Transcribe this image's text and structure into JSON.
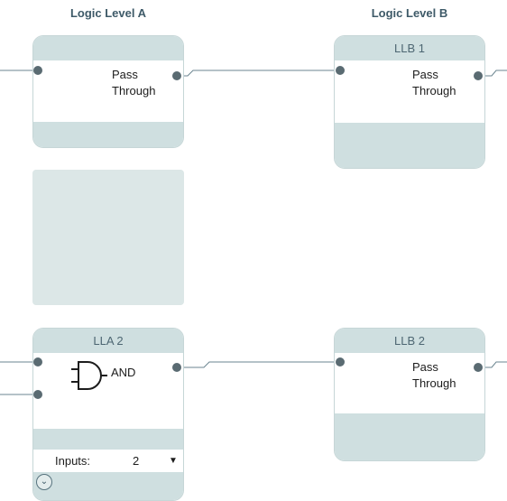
{
  "columns": {
    "a_title": "Logic Level A",
    "b_title": "Logic Level B"
  },
  "blocks": {
    "lla1": {
      "header": "",
      "body": [
        "Pass",
        "Through"
      ]
    },
    "llb1": {
      "header": "LLB 1",
      "body": [
        "Pass",
        "Through"
      ]
    },
    "lla2": {
      "header": "LLA 2",
      "gate_label": "AND",
      "inputs_label": "Inputs:",
      "inputs_value": "2"
    },
    "llb2": {
      "header": "LLB 2",
      "body": [
        "Pass",
        "Through"
      ]
    }
  },
  "icons": {
    "and_gate": "and-gate-icon",
    "expand": "chevron-down-icon",
    "dropdown": "caret-down-icon"
  },
  "colors": {
    "band": "#cfdfe0",
    "wire": "#6b8590",
    "port": "#5a6b72",
    "title": "#3e5a68"
  }
}
